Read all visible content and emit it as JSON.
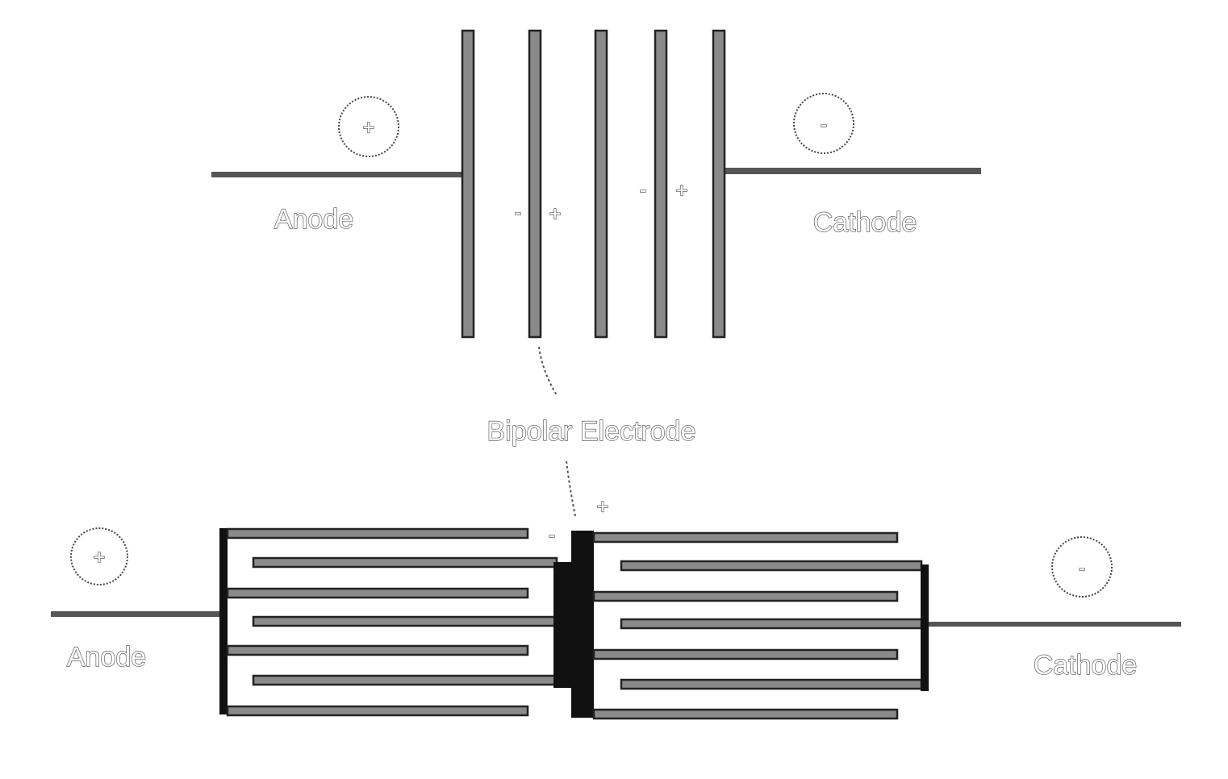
{
  "top_stack": {
    "anode_label": "Anode",
    "cathode_label": "Cathode",
    "anode_terminal_sign": "+",
    "cathode_terminal_sign": "-",
    "bipolar_1_signs": [
      "-",
      "+"
    ],
    "bipolar_2_signs": [
      "-",
      "+"
    ]
  },
  "bipolar_label": "Bipolar Electrode",
  "bottom_stack": {
    "anode_label": "Anode",
    "cathode_label": "Cathode",
    "anode_terminal_sign": "+",
    "cathode_terminal_sign": "-",
    "bipolar_signs": [
      "-",
      "+"
    ]
  }
}
